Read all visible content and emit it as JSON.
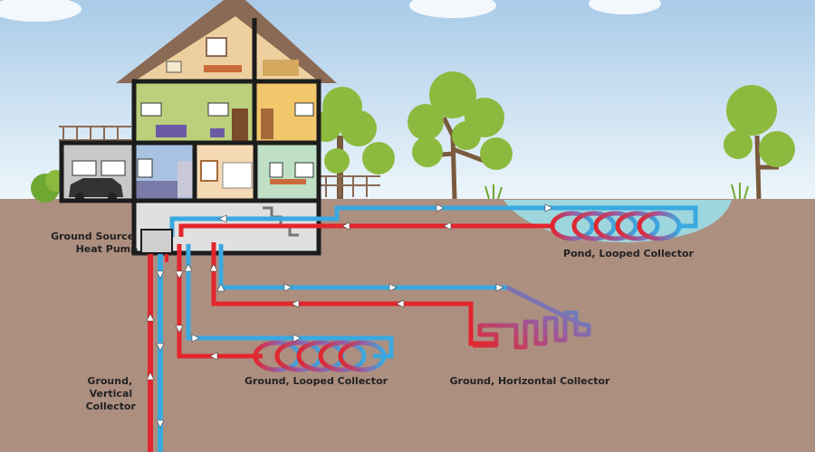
{
  "colors": {
    "sky_top": "#a9cbe8",
    "sky_bottom": "#eef6fb",
    "ground": "#ad8f80",
    "pond": "#9ed6dd",
    "cold_pipe": "#3aa9df",
    "hot_pipe": "#e3262d",
    "house_outline": "#1c1c1c",
    "roof": "#8b6a55",
    "tree_leaves": "#8cba3f",
    "tree_trunk": "#7a5a3c"
  },
  "labels": {
    "heat_pump": [
      "Ground Source",
      "Heat Pump"
    ],
    "pond_collector": "Pond, Looped Collector",
    "horizontal_collector": "Ground, Horizontal Collector",
    "looped_collector": "Ground, Looped Collector",
    "vertical_collector": [
      "Ground,",
      "Vertical",
      "Collector"
    ]
  }
}
